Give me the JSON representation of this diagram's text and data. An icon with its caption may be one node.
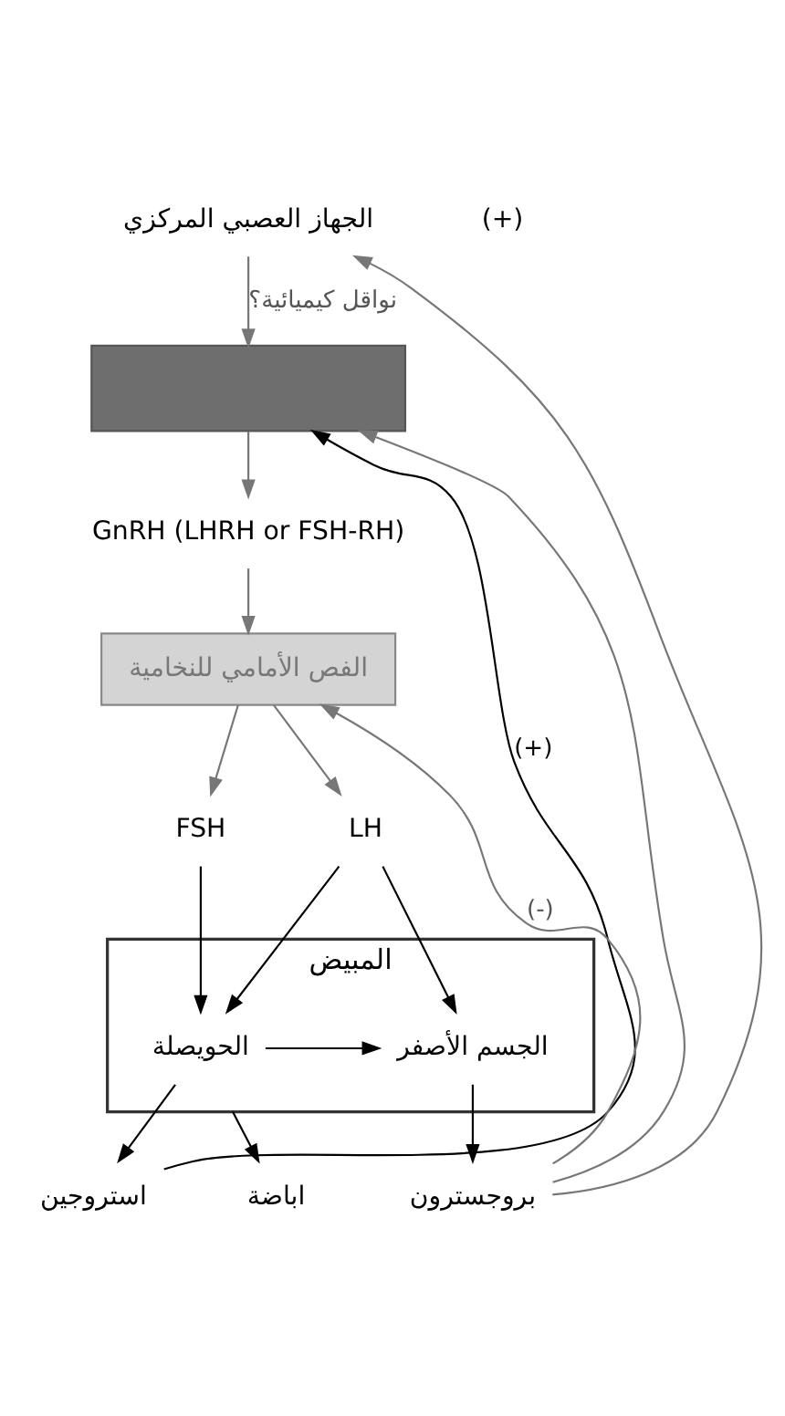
{
  "diagram": {
    "nodes": [
      {
        "text": [
          "الجهاز العصبي المركزي"
        ]
      },
      {
        "text": [],
        "shape": "box"
      },
      {
        "text": [
          "GnRH (LHRH or FSH-RH)"
        ]
      },
      {
        "text": [
          "الفص الأمامي للنخامية"
        ]
      },
      {
        "text": [
          "FSH"
        ]
      },
      {
        "text": [
          "LH"
        ]
      },
      {
        "text": [
          "المبيض"
        ]
      },
      {
        "text": [
          "الحويصلة"
        ],
        "in": 6
      },
      {
        "text": [
          "الجسم الأصفر"
        ],
        "in": 6
      },
      {
        "text": [
          "استروجين"
        ]
      },
      {
        "text": [
          "اباضة"
        ]
      },
      {
        "text": [
          "بروجسترون"
        ]
      }
    ],
    "edges": [
      {
        "from": 0,
        "to": 1,
        "arrow": "to",
        "label": "نواقل كيميائية؟"
      },
      {
        "from": 1,
        "to": 2,
        "arrow": "to"
      },
      {
        "from": 2,
        "to": 3,
        "arrow": "to"
      },
      {
        "from": 3,
        "to": 4,
        "arrow": "to"
      },
      {
        "from": 3,
        "to": 5,
        "arrow": "to"
      },
      {
        "from": 4,
        "to": 7,
        "arrow": "to",
        "color": "#000000"
      },
      {
        "from": 5,
        "to": 7,
        "arrow": "to",
        "color": "#000000"
      },
      {
        "from": 5,
        "to": 8,
        "arrow": "to",
        "color": "#000000"
      },
      {
        "from": 7,
        "to": 8,
        "arrow": "to",
        "color": "#000000"
      },
      {
        "from": 7,
        "to": 9,
        "arrow": "to",
        "color": "#000000"
      },
      {
        "from": 6,
        "to": 10,
        "arrow": "to",
        "color": "#000000"
      },
      {
        "from": 8,
        "to": 11,
        "arrow": "to",
        "color": "#000000"
      },
      {
        "from": 9,
        "to": 1,
        "arrow": "to",
        "label": "(+)",
        "color": "#000000"
      },
      {
        "from": 11,
        "to": 0,
        "arrow": "to"
      },
      {
        "from": 11,
        "to": 1,
        "arrow": "to"
      },
      {
        "from": 11,
        "to": 3,
        "arrow": "to",
        "label": "(-)"
      }
    ],
    "labels": [
      "(+)"
    ]
  }
}
